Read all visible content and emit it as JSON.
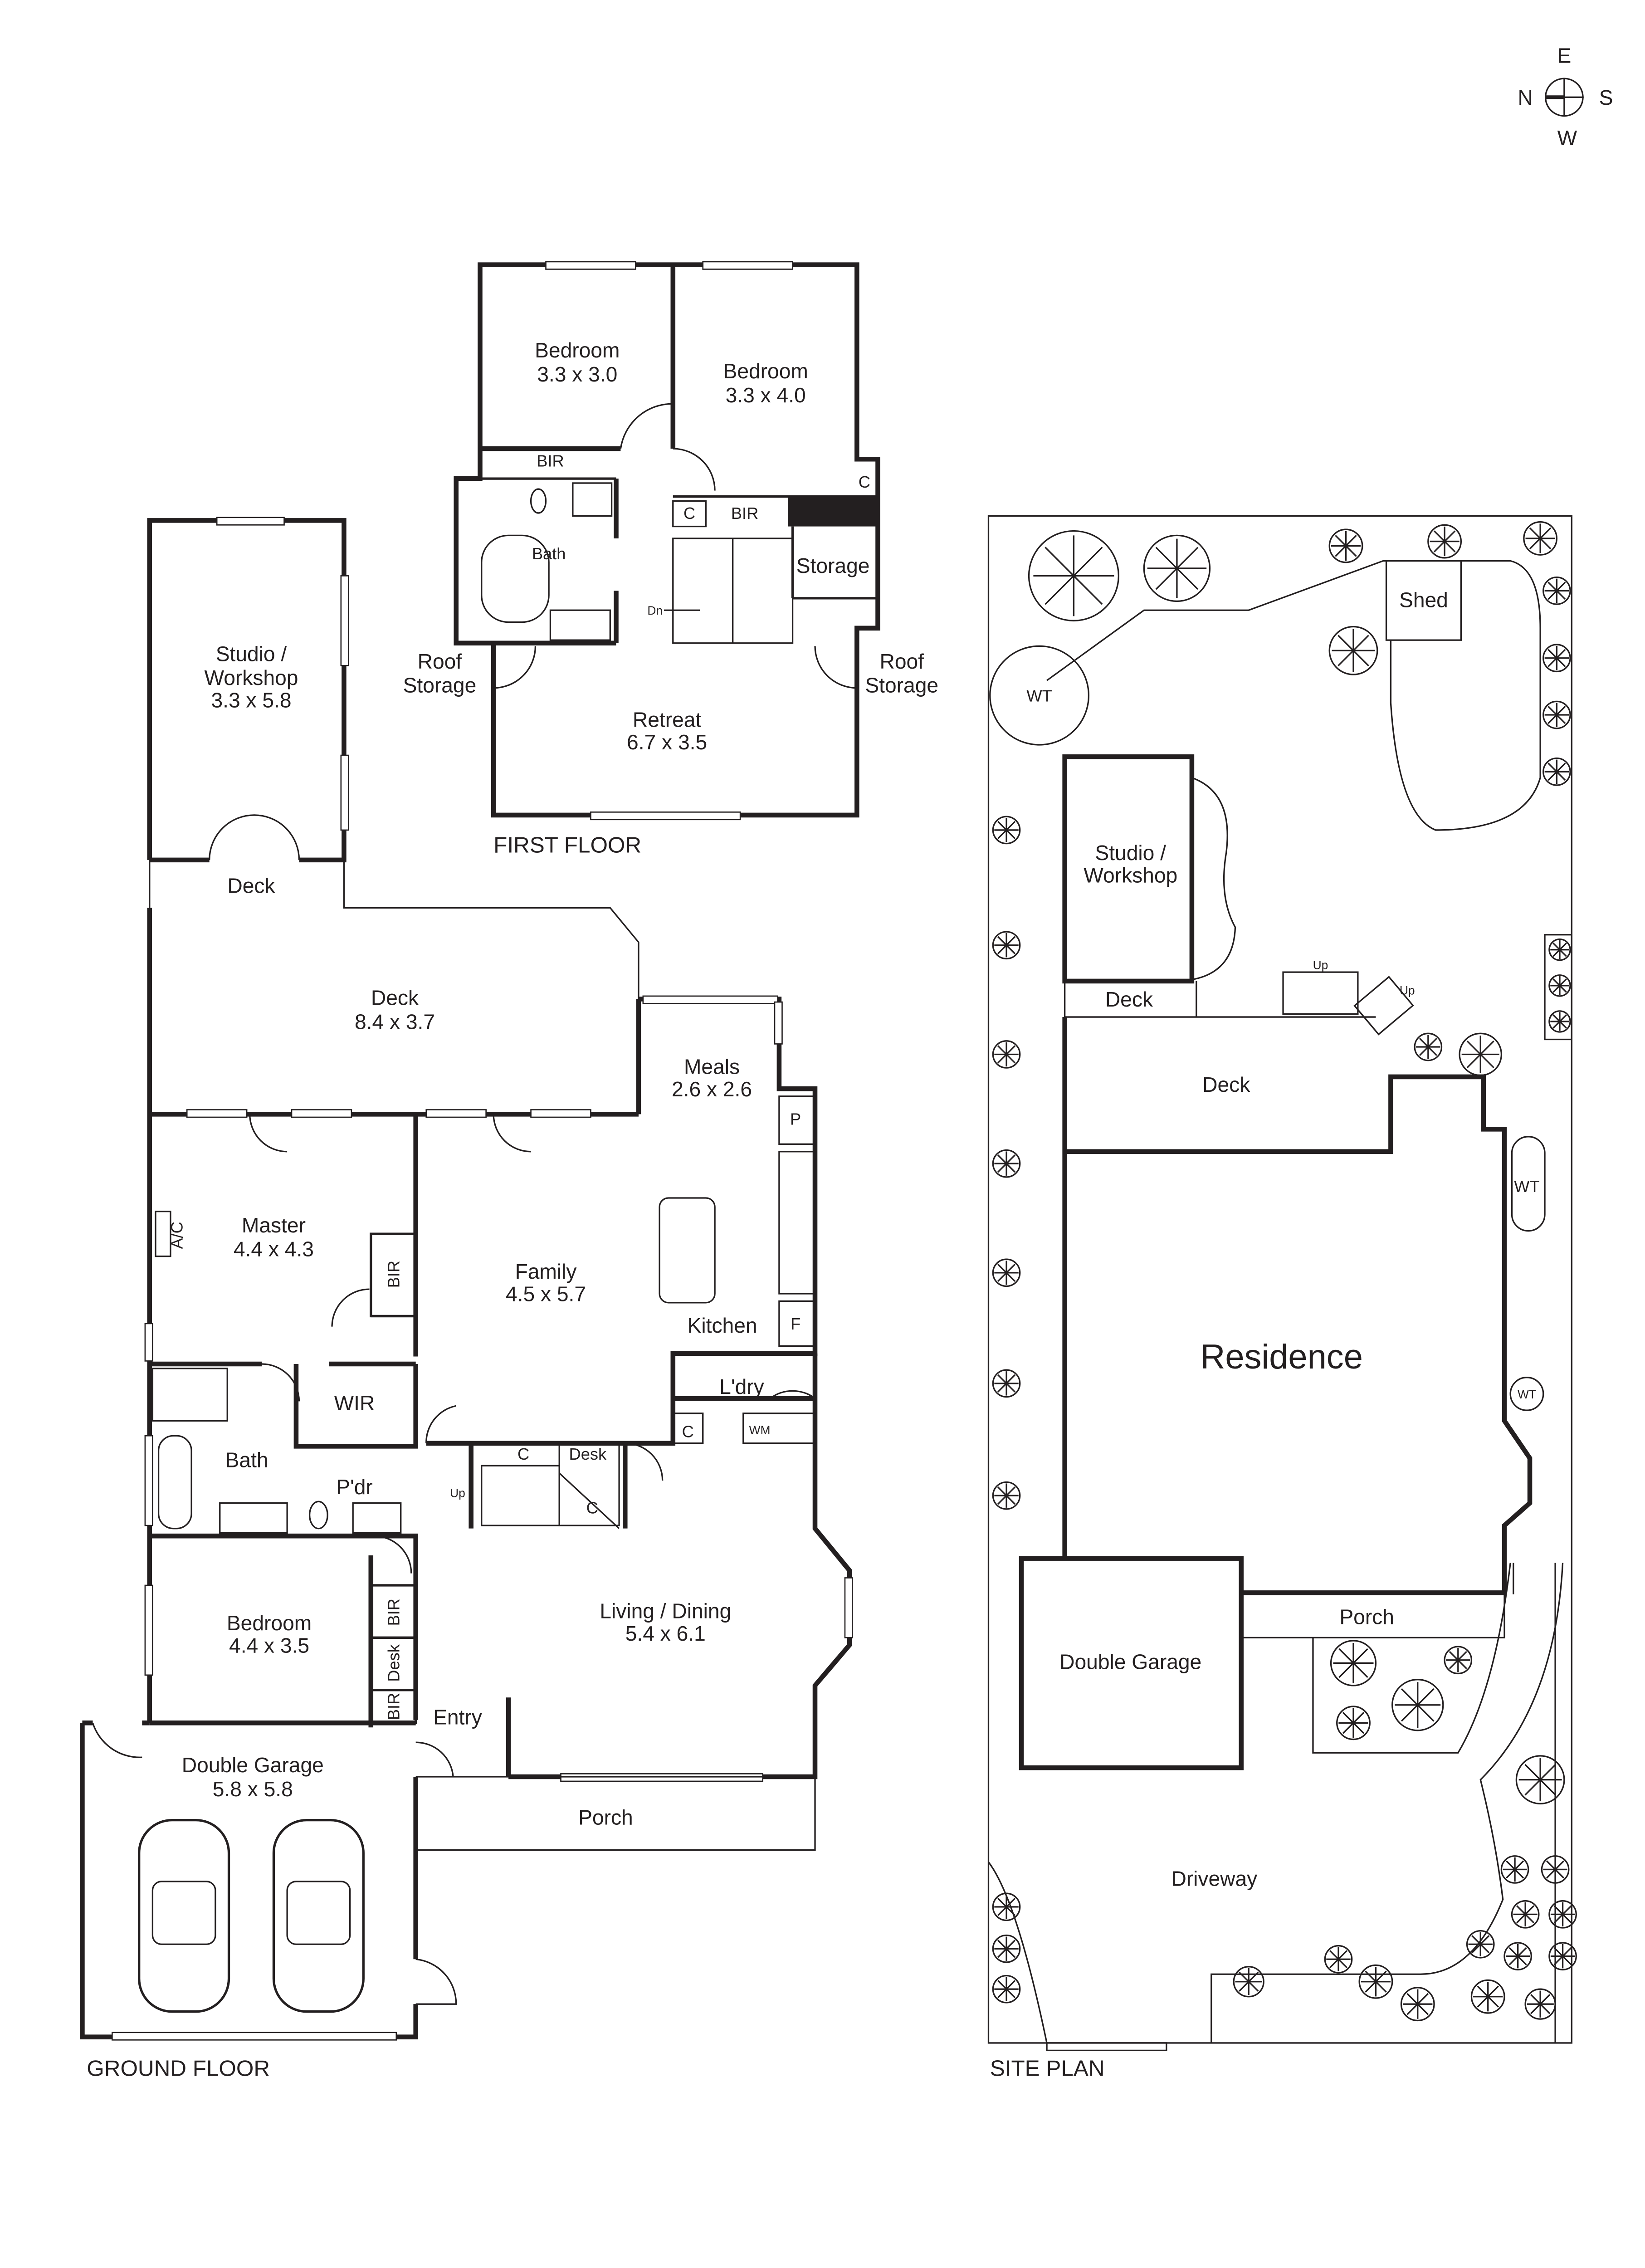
{
  "compass": {
    "n": "N",
    "e": "E",
    "s": "S",
    "w": "W"
  },
  "first_floor": {
    "title": "FIRST FLOOR",
    "bedroom1": {
      "name": "Bedroom",
      "dims": "3.3 x 3.0"
    },
    "bedroom2": {
      "name": "Bedroom",
      "dims": "3.3 x 4.0"
    },
    "bir1": "BIR",
    "c1": "C",
    "bir2": "BIR",
    "c2": "C",
    "bath": "Bath",
    "storage": "Storage",
    "dn": "Dn",
    "roof_storage_left": {
      "line1": "Roof",
      "line2": "Storage"
    },
    "roof_storage_right": {
      "line1": "Roof",
      "line2": "Storage"
    },
    "retreat": {
      "name": "Retreat",
      "dims": "6.7 x 3.5"
    }
  },
  "ground_floor": {
    "title": "GROUND FLOOR",
    "studio": {
      "line1": "Studio /",
      "line2": "Workshop",
      "dims": "3.3 x 5.8"
    },
    "deck_small": "Deck",
    "deck": {
      "name": "Deck",
      "dims": "8.4 x 3.7"
    },
    "meals": {
      "name": "Meals",
      "dims": "2.6 x 2.6"
    },
    "pantry": "P",
    "master": {
      "name": "Master",
      "dims": "4.4 x 4.3"
    },
    "ac": "A/C",
    "master_bir": "BIR",
    "family": {
      "name": "Family",
      "dims": "4.5 x 5.7"
    },
    "fridge": "F",
    "kitchen": "Kitchen",
    "laundry": "L'dry",
    "laundry_c": "C",
    "wm": "WM",
    "wir": "WIR",
    "stair_c": "C",
    "stair_desk": "Desk",
    "bath": "Bath",
    "powder": "P'dr",
    "up": "Up",
    "under_stair_c": "C",
    "living": {
      "name": "Living / Dining",
      "dims": "5.4 x 6.1"
    },
    "bedroom": {
      "name": "Bedroom",
      "dims": "4.4 x 3.5"
    },
    "bed_bir1": "BIR",
    "bed_desk": "Desk",
    "bed_bir2": "BIR",
    "entry": "Entry",
    "garage": {
      "name": "Double Garage",
      "dims": "5.8 x 5.8"
    },
    "porch": "Porch"
  },
  "site_plan": {
    "title": "SITE PLAN",
    "shed": "Shed",
    "wt1": "WT",
    "studio": {
      "line1": "Studio /",
      "line2": "Workshop"
    },
    "up1": "Up",
    "up2": "Up",
    "deck_small": "Deck",
    "deck": "Deck",
    "wt2": "WT",
    "residence": "Residence",
    "wt3": "WT",
    "porch": "Porch",
    "garage": "Double Garage",
    "driveway": "Driveway"
  }
}
